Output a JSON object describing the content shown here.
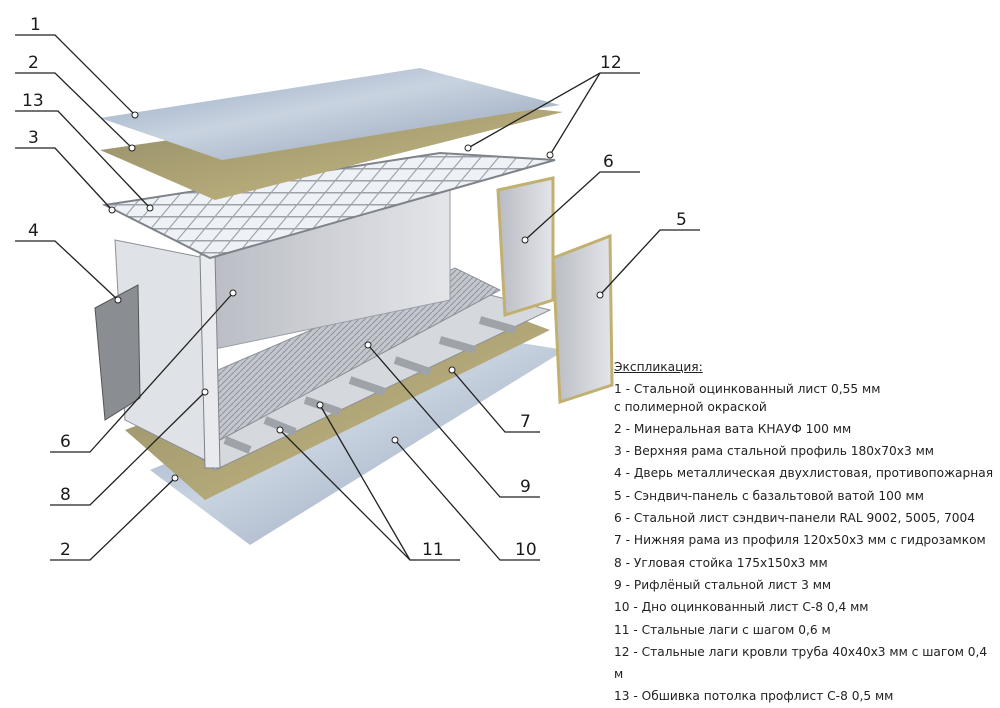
{
  "callouts": {
    "c1": "1",
    "c2_top": "2",
    "c13": "13",
    "c3": "3",
    "c4": "4",
    "c6_left": "6",
    "c8": "8",
    "c2_bottom": "2",
    "c11": "11",
    "c10": "10",
    "c9": "9",
    "c7": "7",
    "c6_right": "6",
    "c5": "5",
    "c12": "12"
  },
  "legend": {
    "title": "Экспликация:",
    "items": [
      "1 - Стальной оцинкованный лист 0,55 мм",
      "с полимерной окраской",
      "2 - Минеральная вата КНАУФ 100 мм",
      "3 - Верхняя рама стальной профиль 180х70х3 мм",
      "4 - Дверь металлическая двухлистовая, противопожарная",
      "5 - Сэндвич-панель с базальтовой ватой 100 мм",
      "6 - Стальной лист сэндвич-панели RAL 9002, 5005, 7004",
      "7 - Нижняя рама из профиля 120х50х3 мм с гидрозамком",
      "8 - Угловая стойка 175х150х3 мм",
      "9 - Рифлёный стальной лист 3 мм",
      "10 - Дно оцинкованный лист С-8 0,4 мм",
      "11 - Стальные лаги с шагом 0,6 м",
      "12 - Стальные лаги кровли труба 40х40х3 мм с шагом 0,4 м",
      "13 - Обшивка потолка профлист С-8 0,5 мм"
    ]
  },
  "colors": {
    "steel": "#c9ccd2",
    "galvanized": "#a9b8cc",
    "wool": "#b9ab74",
    "frame": "#b8bcc3",
    "line": "#222222"
  }
}
